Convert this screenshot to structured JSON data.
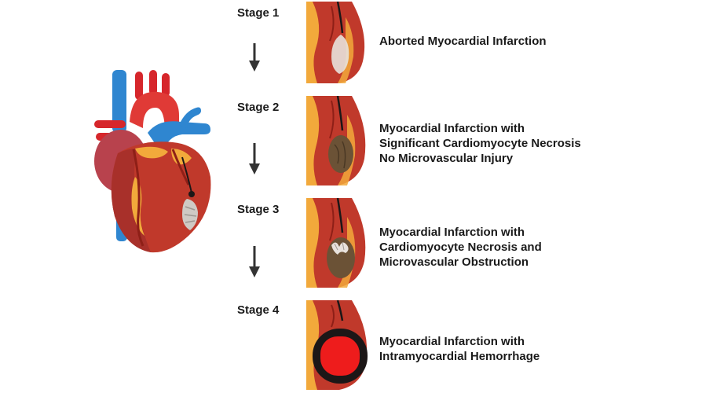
{
  "stages": [
    {
      "label": "Stage 1",
      "description": [
        "Aborted Myocardial Infarction"
      ]
    },
    {
      "label": "Stage 2",
      "description": [
        "Myocardial Infarction with",
        "Significant Cardiomyocyte Necrosis",
        "No Microvascular Injury"
      ]
    },
    {
      "label": "Stage 3",
      "description": [
        "Myocardial Infarction with",
        "Cardiomyocyte Necrosis and",
        "Microvascular Obstruction"
      ]
    },
    {
      "label": "Stage 4",
      "description": [
        "Myocardial Infarction with",
        "Intramyocardial Hemorrhage"
      ]
    }
  ],
  "colors": {
    "myocardium": "#c0392b",
    "myocardium_dark": "#8e1f17",
    "fat": "#f2a93b",
    "vein": "#2f86d0",
    "artery": "#d6262b",
    "necrosis_pale": "#e8e2dc",
    "necrosis_brown": "#6b5236",
    "hemorrhage": "#ee1c1c",
    "hemorrhage_ring": "#1c1717",
    "text": "#1a1a1a"
  }
}
